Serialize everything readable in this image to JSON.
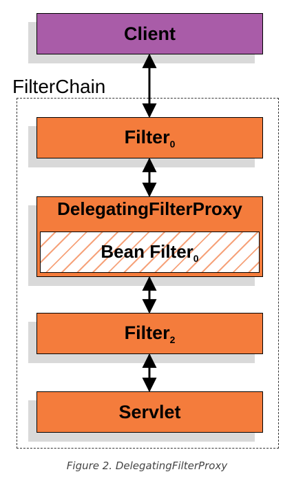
{
  "diagram": {
    "client_label": "Client",
    "chain_label": "FilterChain",
    "filter0": {
      "label": "Filter",
      "sub": "0"
    },
    "proxy_label": "DelegatingFilterProxy",
    "bean_filter": {
      "label": "Bean Filter",
      "sub": "0"
    },
    "filter2": {
      "label": "Filter",
      "sub": "2"
    },
    "servlet_label": "Servlet"
  },
  "caption": "Figure 2. DelegatingFilterProxy",
  "colors": {
    "client": "#a95ca8",
    "filter": "#f47c3c",
    "hatch": "#f6a27a"
  }
}
